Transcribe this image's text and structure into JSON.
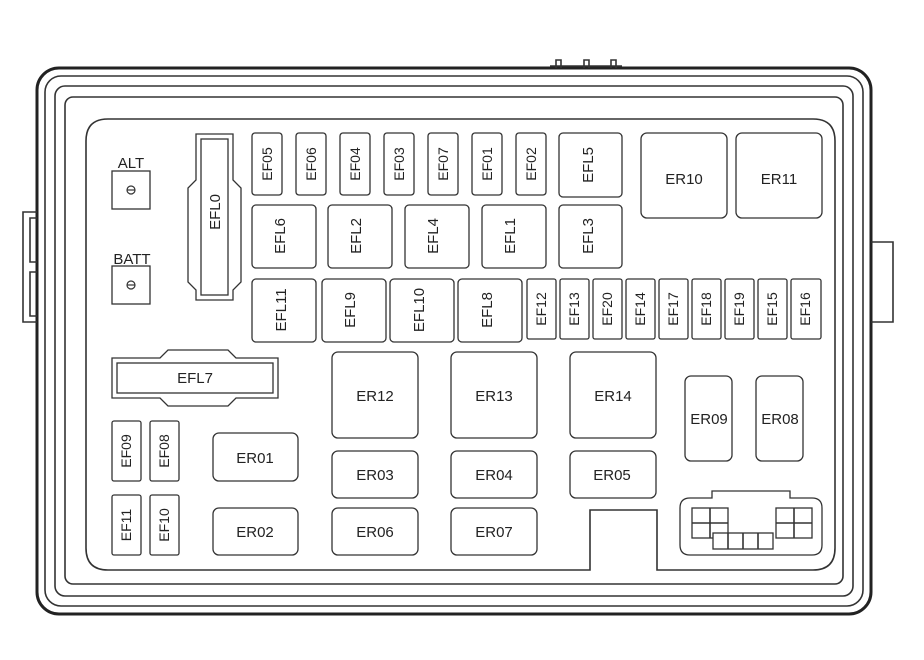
{
  "terminals": [
    {
      "id": "alt",
      "label": "ALT"
    },
    {
      "id": "batt",
      "label": "BATT"
    }
  ],
  "fuses": {
    "ef05": "EF05",
    "ef06": "EF06",
    "ef04": "EF04",
    "ef03": "EF03",
    "ef07": "EF07",
    "ef01": "EF01",
    "ef02": "EF02",
    "efl5": "EFL5",
    "efl0": "EFL0",
    "efl6": "EFL6",
    "efl2": "EFL2",
    "efl4": "EFL4",
    "efl1": "EFL1",
    "efl3": "EFL3",
    "efl11": "EFL11",
    "efl9": "EFL9",
    "efl10": "EFL10",
    "efl8": "EFL8",
    "ef12": "EF12",
    "ef13": "EF13",
    "ef20": "EF20",
    "ef14": "EF14",
    "ef17": "EF17",
    "ef18": "EF18",
    "ef19": "EF19",
    "ef15": "EF15",
    "ef16": "EF16",
    "efl7": "EFL7",
    "ef09": "EF09",
    "ef08": "EF08",
    "ef11": "EF11",
    "ef10": "EF10"
  },
  "relays": {
    "er10": "ER10",
    "er11": "ER11",
    "er12": "ER12",
    "er13": "ER13",
    "er14": "ER14",
    "er09": "ER09",
    "er08": "ER08",
    "er01": "ER01",
    "er02": "ER02",
    "er03": "ER03",
    "er04": "ER04",
    "er05": "ER05",
    "er06": "ER06",
    "er07": "ER07"
  }
}
